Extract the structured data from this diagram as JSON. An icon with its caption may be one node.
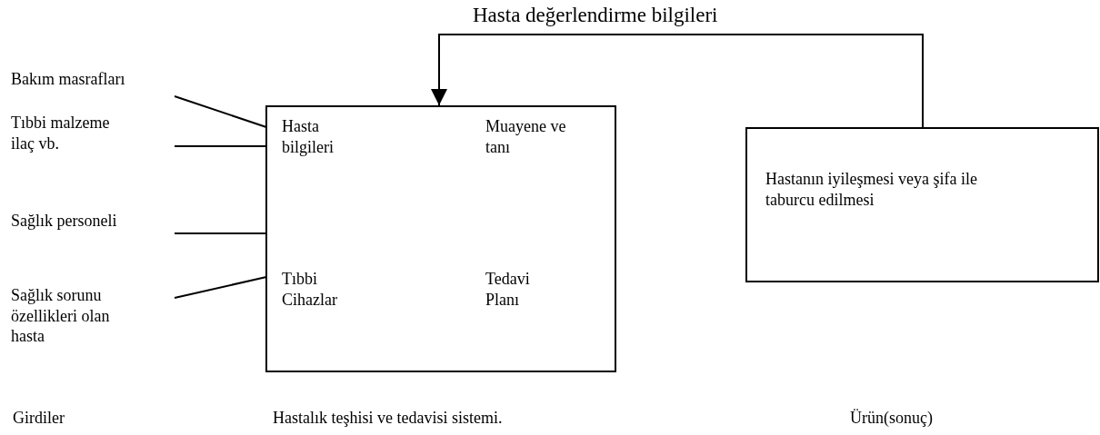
{
  "diagram": {
    "nodes": [
      {
        "text": [
          "Bakım masrafları"
        ]
      },
      {
        "text": [
          "Tıbbi malzeme ilaç vb."
        ]
      },
      {
        "text": [
          "Sağlık personeli"
        ]
      },
      {
        "text": [
          "Sağlık sorunu özellikleri olan hasta"
        ]
      },
      {
        "text": [
          "Hasta bilgileri",
          "Muayene ve tanı",
          "Tıbbi Cihazlar",
          "Tedavi Planı"
        ]
      },
      {
        "text": [
          "Hastanın iyileşmesi veya şifa ile taburcu edilmesi"
        ]
      }
    ],
    "edges": [
      {
        "from": 0,
        "to": 4,
        "arrow": "none"
      },
      {
        "from": 1,
        "to": 4,
        "arrow": "none"
      },
      {
        "from": 2,
        "to": 4,
        "arrow": "none"
      },
      {
        "from": 3,
        "to": 4,
        "arrow": "none"
      },
      {
        "from": 5,
        "to": 4,
        "arrow": "to",
        "label": "Hasta değerlendirme bilgileri"
      }
    ],
    "labels": [
      "Girdiler",
      "Hastalık teşhisi ve tedavisi sistemi.",
      "Ürün(sonuç)"
    ]
  }
}
